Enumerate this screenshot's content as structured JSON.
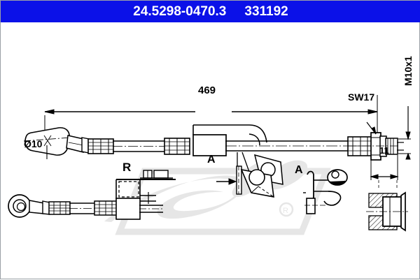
{
  "header": {
    "part_number": "24.5298-0470.3",
    "reference_number": "331192",
    "background_color": "#0b11e8",
    "text_color": "#ffffff"
  },
  "drawing": {
    "title": "ATE brake hose technical drawing",
    "watermark": "ate",
    "labels": {
      "overall_length": "469",
      "eye_diameter": "Ø10",
      "wrench_size": "SW17",
      "thread": "M10x1",
      "thread_length": "11",
      "bracket_marker": "R",
      "section_marker_a1": "A",
      "section_marker_a2": "A"
    },
    "views": [
      {
        "name": "main-hose-assembly",
        "description": "brake hose with banjo fitting, crimp ferrules, intermediate bracket and threaded end fitting"
      },
      {
        "name": "lower-hose-view",
        "description": "second hose routing view with banjo eye"
      },
      {
        "name": "bracket-detail-r",
        "description": "mounting bracket detail marked R"
      },
      {
        "name": "section-a-detail",
        "description": "section A bracket plate with hole"
      },
      {
        "name": "clip-detail",
        "description": "retaining clip detail"
      },
      {
        "name": "grommet-section",
        "description": "hatched cross-section of grommet"
      }
    ],
    "line_color": "#000000",
    "watermark_color": "#e4e4e4"
  }
}
